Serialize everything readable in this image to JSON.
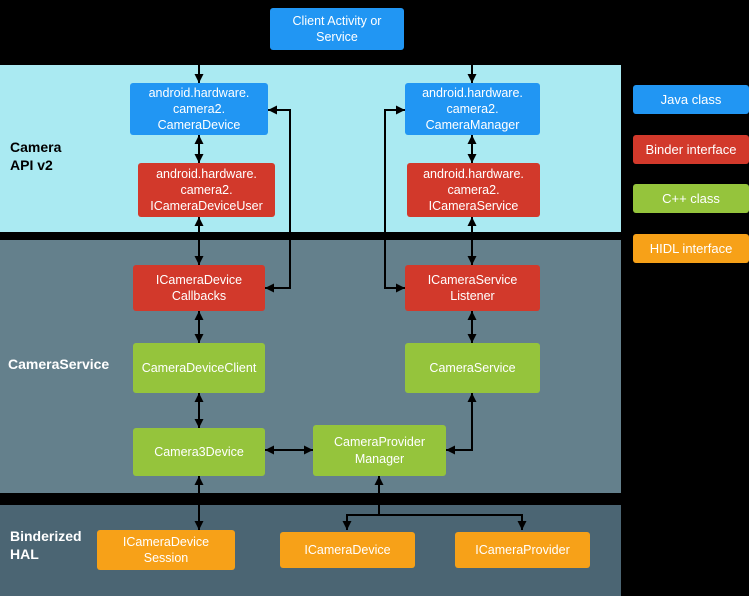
{
  "colors": {
    "java": "#2196F3",
    "binder": "#D2392B",
    "cpp": "#95C43C",
    "hidl": "#F7A118",
    "band_api": "#AAEAF2",
    "band_service": "#64808C",
    "band_hal": "#4B6573",
    "arrow": "#000000",
    "background": "#000000"
  },
  "bands": {
    "camera_api": {
      "label": "Camera\nAPI v2"
    },
    "camera_service": {
      "label": "CameraService"
    },
    "binderized_hal": {
      "label": "Binderized\nHAL"
    }
  },
  "nodes": {
    "client": {
      "label": "Client Activity or\nService",
      "type": "java"
    },
    "camera_device": {
      "label": "android.hardware.\ncamera2.\nCameraDevice",
      "type": "java"
    },
    "camera_manager": {
      "label": "android.hardware.\ncamera2.\nCameraManager",
      "type": "java"
    },
    "icamera_device_user": {
      "label": "android.hardware.\ncamera2.\nICameraDeviceUser",
      "type": "binder"
    },
    "icamera_service": {
      "label": "android.hardware.\ncamera2.\nICameraService",
      "type": "binder"
    },
    "icamera_device_callbacks": {
      "label": "ICameraDevice\nCallbacks",
      "type": "binder"
    },
    "icamera_service_listener": {
      "label": "ICameraService\nListener",
      "type": "binder"
    },
    "camera_device_client": {
      "label": "CameraDeviceClient",
      "type": "cpp"
    },
    "camera_service_impl": {
      "label": "CameraService",
      "type": "cpp"
    },
    "camera3_device": {
      "label": "Camera3Device",
      "type": "cpp"
    },
    "camera_provider_manager": {
      "label": "CameraProvider\nManager",
      "type": "cpp"
    },
    "icamera_device_session": {
      "label": "ICameraDevice\nSession",
      "type": "hidl"
    },
    "icamera_device": {
      "label": "ICameraDevice",
      "type": "hidl"
    },
    "icamera_provider": {
      "label": "ICameraProvider",
      "type": "hidl"
    }
  },
  "legend": {
    "java": {
      "label": "Java class"
    },
    "binder": {
      "label": "Binder interface"
    },
    "cpp": {
      "label": "C++ class"
    },
    "hidl": {
      "label": "HIDL interface"
    }
  }
}
